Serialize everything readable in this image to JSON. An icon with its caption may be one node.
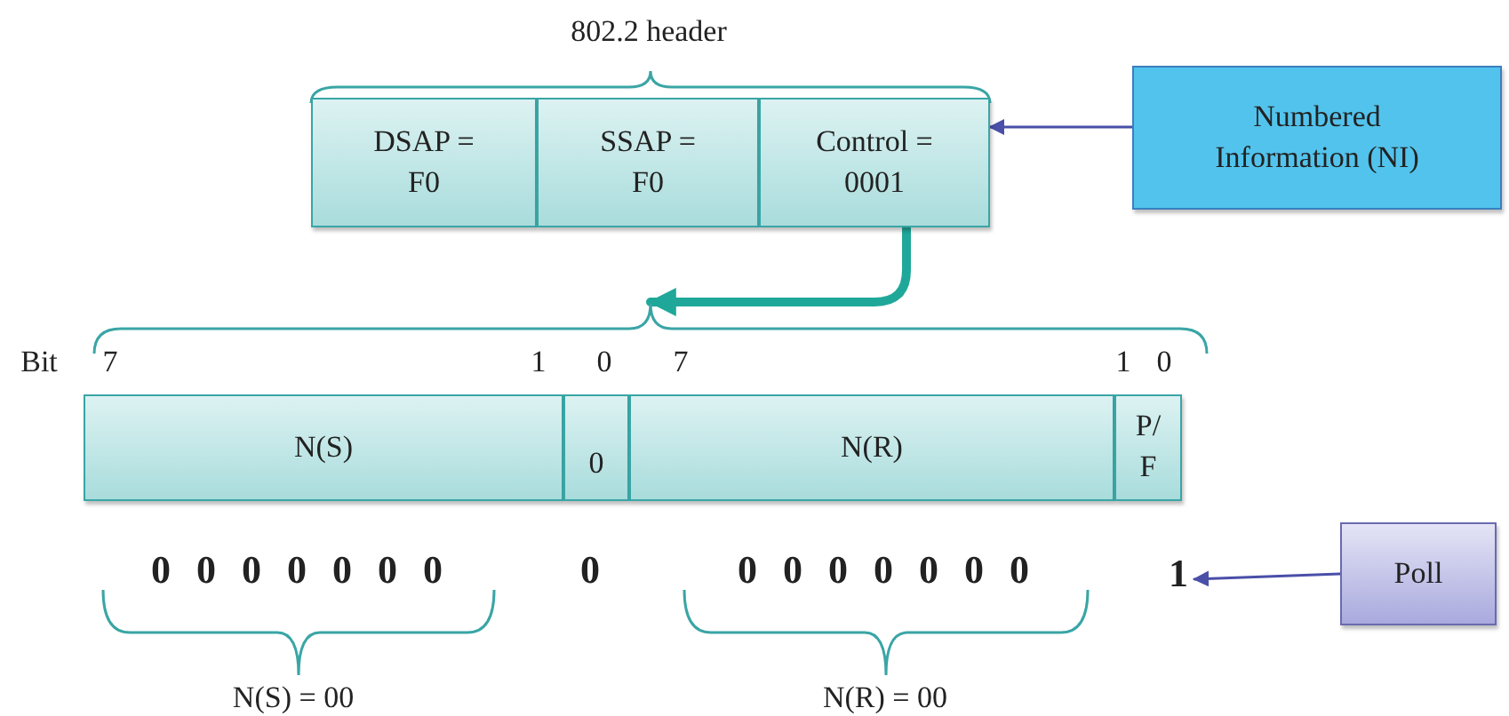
{
  "diagram": {
    "nodes": [
      {
        "text": [
          "DSAP = F0"
        ]
      },
      {
        "text": [
          "SSAP = F0"
        ]
      },
      {
        "text": [
          "Control = 0001"
        ]
      },
      {
        "text": [
          "Numbered Information (NI)"
        ]
      },
      {
        "text": [
          "N(S)"
        ]
      },
      {
        "text": [
          "0"
        ]
      },
      {
        "text": [
          "N(R)"
        ]
      },
      {
        "text": [
          "P/ F"
        ]
      },
      {
        "text": [
          "1"
        ]
      },
      {
        "text": [
          "Poll"
        ]
      },
      {
        "text": [],
        "shape": "brace"
      }
    ],
    "edges": [
      {
        "from": 3,
        "to": 2,
        "arrow": "to",
        "color": "#4a4fa8"
      },
      {
        "from": 2,
        "to": 10,
        "arrow": "to",
        "style": "thick",
        "color": "#1fa89a"
      },
      {
        "from": 9,
        "to": 8,
        "arrow": "to",
        "color": "#4a4fa8"
      }
    ],
    "labels": [
      "802.2 header",
      "Bit",
      "7",
      "1",
      "0",
      "7",
      "1",
      "0",
      "0 0 0 0 0 0 0",
      "0",
      "0 0 0 0 0 0 0",
      "N(S) = 00",
      "N(R) = 00"
    ]
  }
}
